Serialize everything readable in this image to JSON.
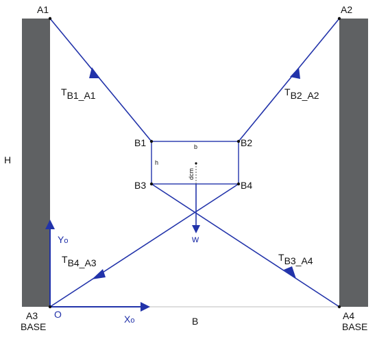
{
  "colors": {
    "wall": "#5f6163",
    "cable": "#2233aa",
    "frame": "#2233aa",
    "label_black": "#111111",
    "label_blue": "#1f2fa8"
  },
  "points": {
    "a1": "A1",
    "a2": "A2",
    "a3": "A3",
    "a4": "A4",
    "b1": "B1",
    "b2": "B2",
    "b3": "B3",
    "b4": "B4",
    "origin": "O",
    "a3_base": "BASE",
    "a4_base": "BASE"
  },
  "dimensions": {
    "height": "H",
    "width": "B",
    "box_width": "b",
    "box_height": "h",
    "dcm": "dcm"
  },
  "axes": {
    "y": {
      "main": "Y",
      "sub": "o"
    },
    "x": {
      "main": "X",
      "sub": "o"
    }
  },
  "weight": "w",
  "tensions": {
    "t1": {
      "main": "T",
      "sub": "B1_A1"
    },
    "t2": {
      "main": "T",
      "sub": "B2_A2"
    },
    "t3": {
      "main": "T",
      "sub": "B4_A3"
    },
    "t4": {
      "main": "T",
      "sub": "B3_A4"
    }
  }
}
